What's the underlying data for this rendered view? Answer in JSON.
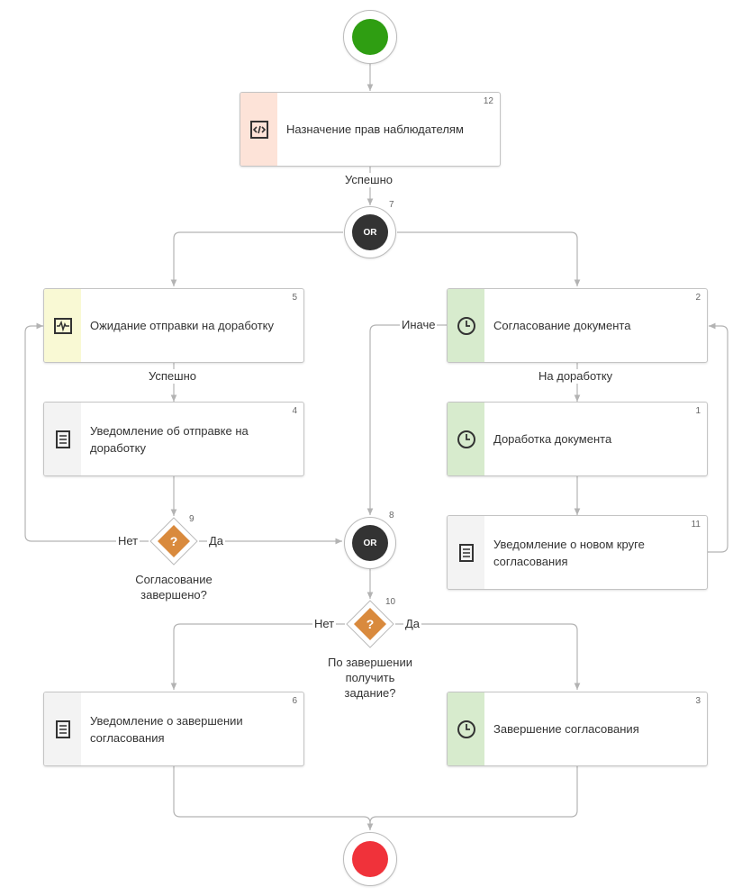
{
  "nodes": {
    "n12": {
      "num": "12",
      "label": "Назначение прав наблюдателям",
      "color": "#fde3d8",
      "icon": "code-icon"
    },
    "n5": {
      "num": "5",
      "label": "Ожидание отправки на доработку",
      "color": "#f9f9d4",
      "icon": "activity-monitor-icon"
    },
    "n4": {
      "num": "4",
      "label": "Уведомление об отправке на доработку",
      "color": "#f3f3f3",
      "icon": "document-icon"
    },
    "n2": {
      "num": "2",
      "label": "Согласование документа",
      "color": "#d7ebcd",
      "icon": "clock-icon"
    },
    "n1": {
      "num": "1",
      "label": "Доработка документа",
      "color": "#d7ebcd",
      "icon": "clock-icon"
    },
    "n11": {
      "num": "11",
      "label": "Уведомление о новом круге согласования",
      "color": "#f3f3f3",
      "icon": "document-icon"
    },
    "n6": {
      "num": "6",
      "label": "Уведомление о завершении согласования",
      "color": "#f3f3f3",
      "icon": "document-icon"
    },
    "n3": {
      "num": "3",
      "label": "Завершение согласования",
      "color": "#d7ebcd",
      "icon": "clock-icon"
    }
  },
  "gateways": {
    "g7": {
      "num": "7",
      "label": "OR"
    },
    "g8": {
      "num": "8",
      "label": "OR"
    }
  },
  "conditions": {
    "c9": {
      "num": "9",
      "symbol": "?",
      "caption": "Согласование завершено?",
      "no": "Нет",
      "yes": "Да"
    },
    "c10": {
      "num": "10",
      "symbol": "?",
      "caption": "По завершении получить задание?",
      "no": "Нет",
      "yes": "Да"
    }
  },
  "edge_labels": {
    "success_1": "Успешно",
    "success_2": "Успешно",
    "else": "Иначе",
    "to_rework": "На доработку"
  },
  "colors": {
    "start": "#2f9e12",
    "end": "#f0323a",
    "condition": "#d98a3d",
    "gateway": "#333333",
    "line": "#b3b3b3"
  }
}
